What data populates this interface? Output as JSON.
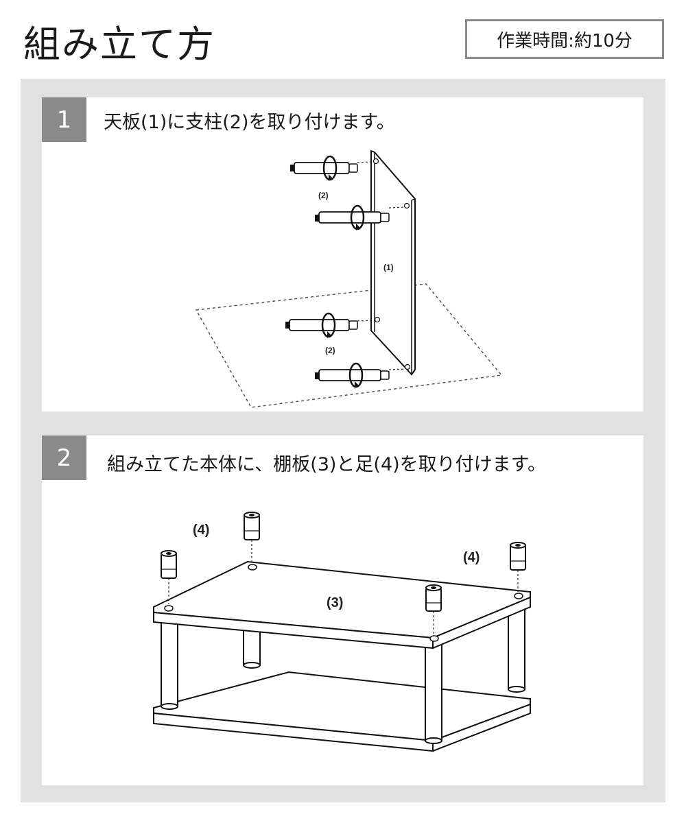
{
  "header": {
    "title": "組み立て方",
    "work_time": "作業時間:約10分"
  },
  "steps": [
    {
      "number": "1",
      "text": "天板(1)に支柱(2)を取り付けます。",
      "labels": {
        "top_panel": "(1)",
        "pillars_upper": "(2)",
        "pillars_lower": "(2)"
      }
    },
    {
      "number": "2",
      "text": "組み立てた本体に、棚板(3)と足(4)を取り付けます。",
      "labels": {
        "shelf": "(3)",
        "feet_left": "(4)",
        "feet_right": "(4)"
      }
    }
  ]
}
